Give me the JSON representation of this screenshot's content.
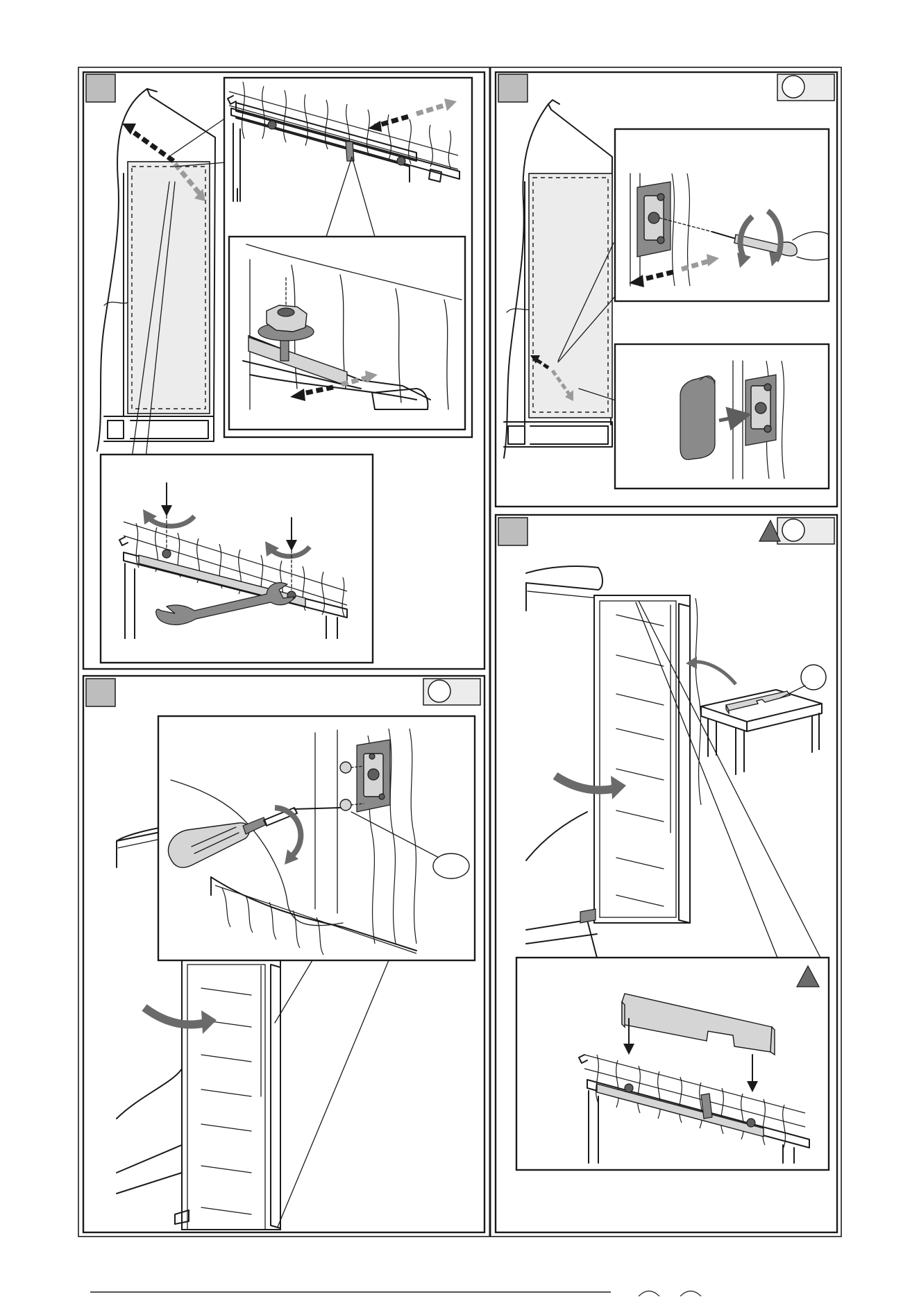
{
  "document": {
    "type": "installation-instructions-page",
    "panels": [
      {
        "id": "step-a",
        "step_label": "",
        "detail_count": 3,
        "has_badge": false
      },
      {
        "id": "step-b",
        "step_label": "",
        "detail_count": 2,
        "has_badge": true
      },
      {
        "id": "step-c",
        "step_label": "",
        "detail_count": 1,
        "has_badge": true
      },
      {
        "id": "step-d",
        "step_label": "",
        "detail_count": 1,
        "has_badge": true,
        "has_warning": true
      }
    ],
    "colors": {
      "step_box": "#bdbdbd",
      "arrow_dark": "#1a1a1a",
      "arrow_mid": "#6a6a6a",
      "panel_fill": "#ececec",
      "warning": "#6b6b6b"
    },
    "icons": [
      "wrench-icon",
      "screwdriver-icon",
      "nut-icon",
      "hinge-icon",
      "cover-cap-icon",
      "warning-triangle-icon",
      "rotate-arrow-icon",
      "move-arrow-icon",
      "hand-icon",
      "table-icon"
    ]
  }
}
